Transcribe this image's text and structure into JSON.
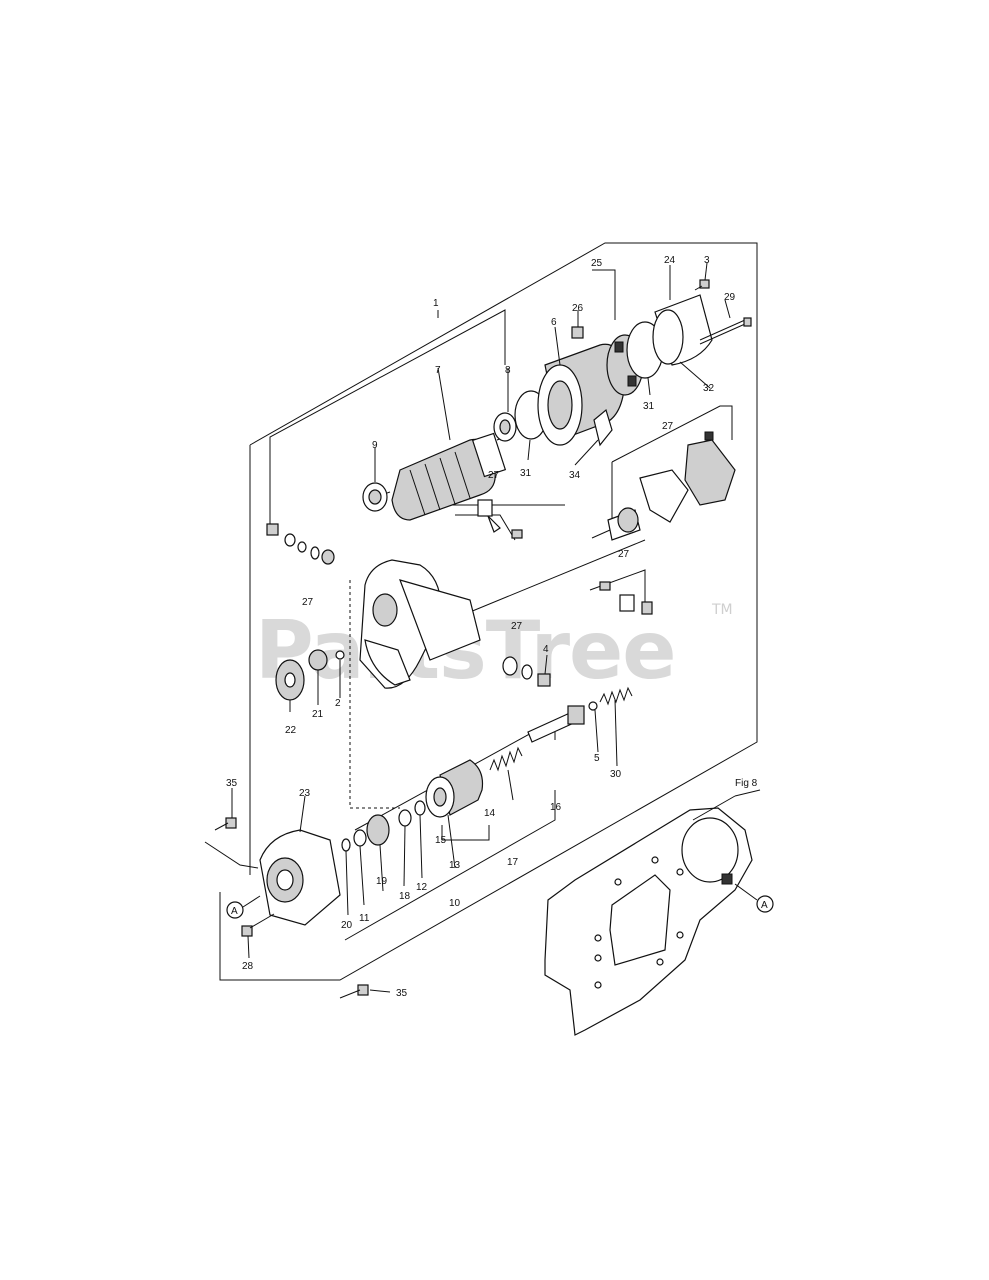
{
  "watermark": {
    "text": "PartsTree",
    "trademark": "TM"
  },
  "reference": {
    "fig_label": "Fig 8",
    "connector": "A"
  },
  "callouts": [
    "1",
    "2",
    "3",
    "4",
    "5",
    "6",
    "7",
    "8",
    "9",
    "10",
    "11",
    "12",
    "13",
    "14",
    "15",
    "16",
    "17",
    "18",
    "19",
    "20",
    "21",
    "22",
    "23",
    "24",
    "25",
    "26",
    "27",
    "28",
    "29",
    "30",
    "31",
    "32",
    "34",
    "35"
  ]
}
